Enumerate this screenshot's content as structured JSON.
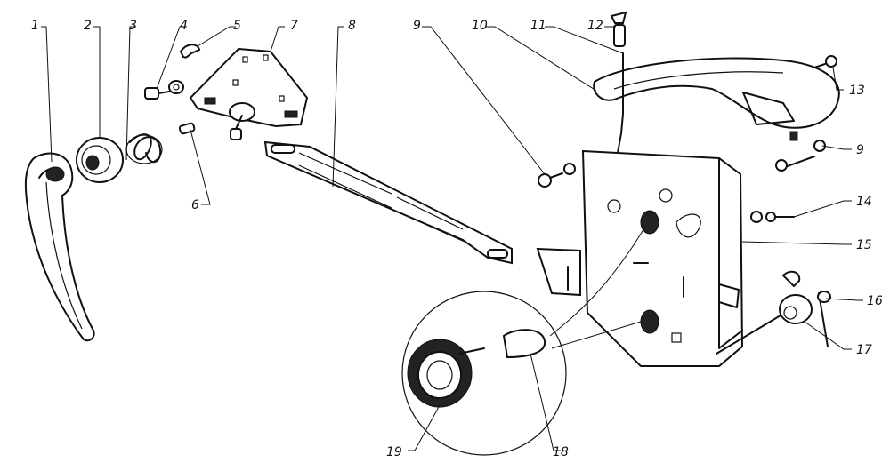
{
  "labels": {
    "p1": "1",
    "p2": "2",
    "p3": "3",
    "p4": "4",
    "p5": "5",
    "p6": "6",
    "p7": "7",
    "p8": "8",
    "p9a": "9",
    "p9b": "9",
    "p10": "10",
    "p11": "11",
    "p12": "12",
    "p13": "13",
    "p14": "14",
    "p15": "15",
    "p16": "16",
    "p17": "17",
    "p18": "18",
    "p19": "19"
  }
}
